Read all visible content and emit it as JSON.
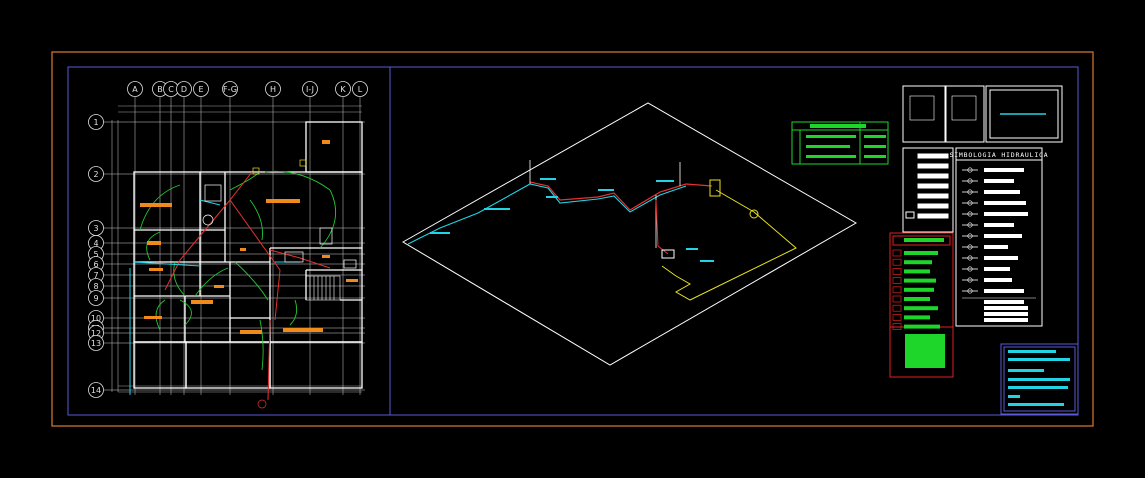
{
  "grid": {
    "columns": [
      "A",
      "B",
      "C",
      "D",
      "E",
      "F-G",
      "H",
      "I-J",
      "K",
      "L"
    ],
    "rows": [
      "1",
      "2",
      "3",
      "4",
      "5",
      "6",
      "7",
      "8",
      "9",
      "10",
      "11",
      "12",
      "13",
      "14"
    ]
  },
  "legend": {
    "title": "SIMBOLOGIA HIDRAULICA"
  },
  "colors": {
    "frame_outer": "#e07a2a",
    "frame_inner": "#5a5ad8",
    "wall": "#ffffff",
    "cold_water": "#22d3e6",
    "hot_water": "#e83030",
    "drain": "#e8e020",
    "door": "#22c832",
    "room_tag": "#f08a1a",
    "legend_green": "#1ed62a",
    "legend_red": "#e02020"
  }
}
